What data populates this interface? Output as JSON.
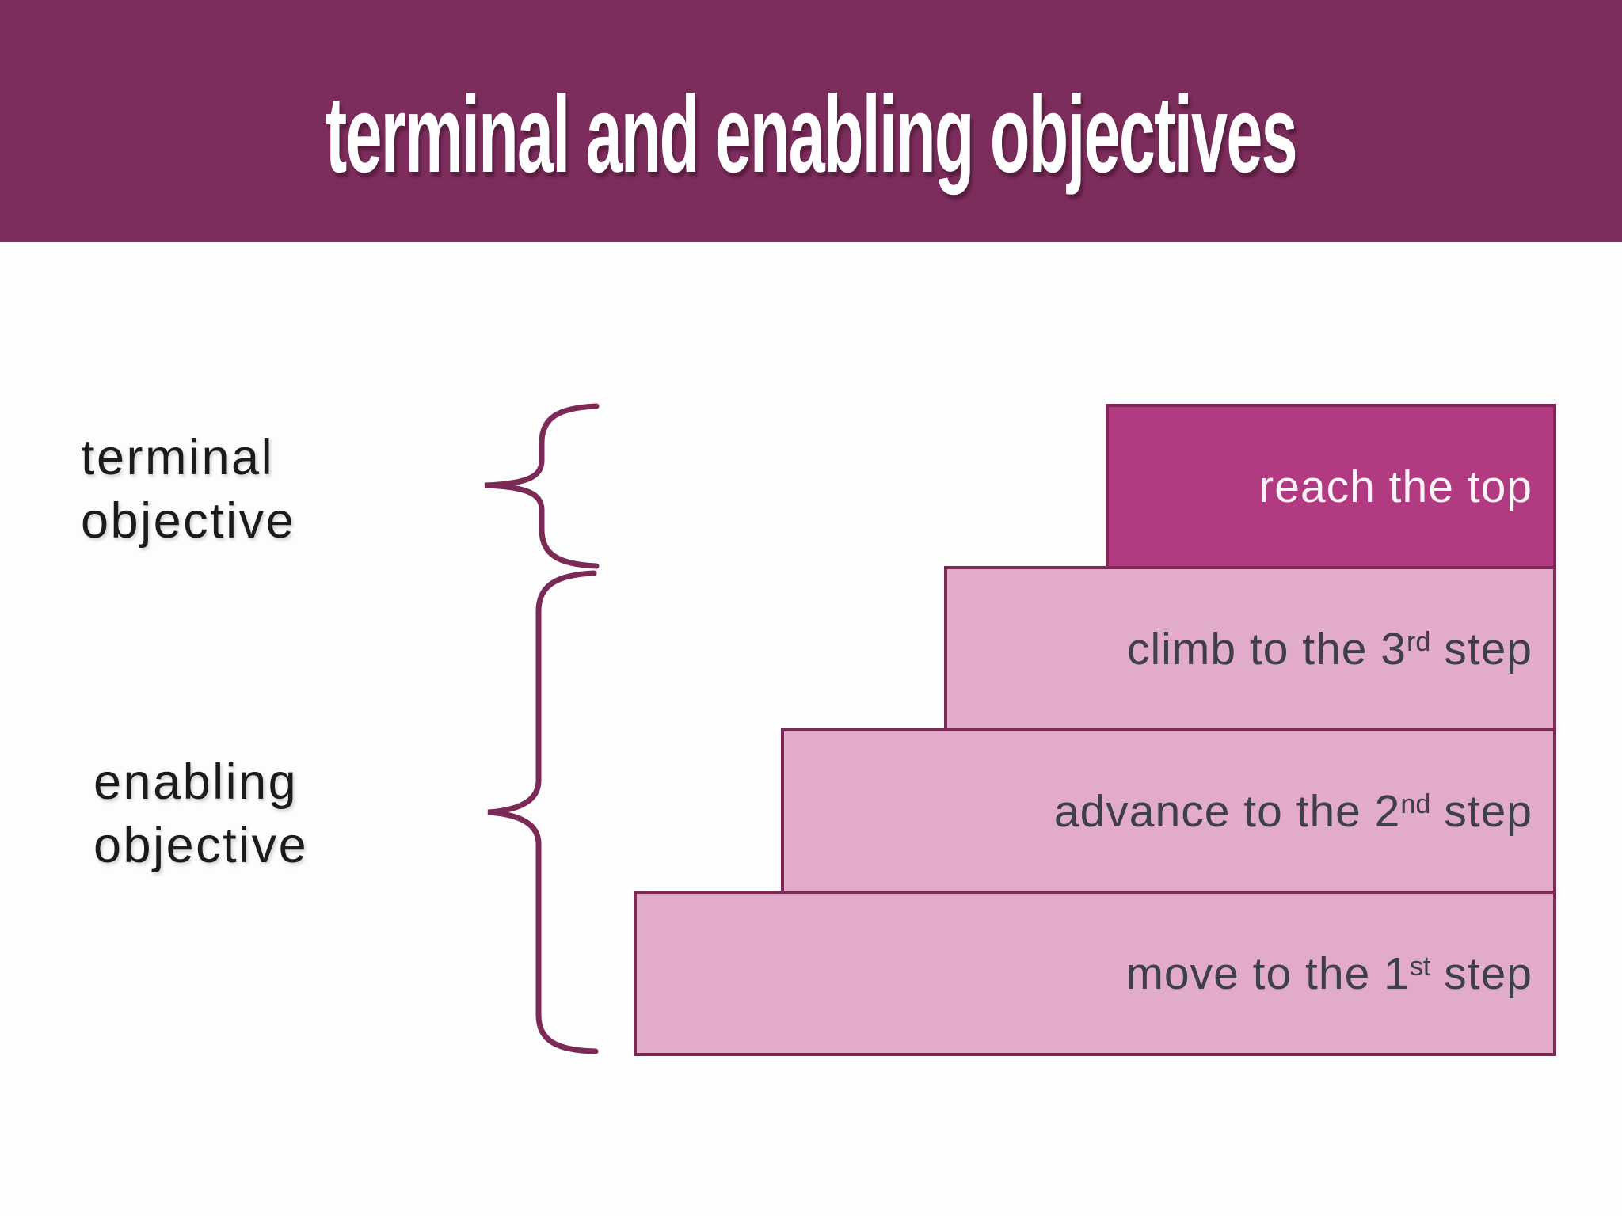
{
  "title": "terminal and enabling objectives",
  "left_labels": [
    {
      "id": "terminal-objective",
      "line1": "terminal",
      "line2": "objective"
    },
    {
      "id": "enabling-objective",
      "line1": "enabling",
      "line2": "objective"
    }
  ],
  "steps": [
    {
      "id": "reach-the-top",
      "pre": "reach the top",
      "sup": "",
      "post": "",
      "emphasis": "primary"
    },
    {
      "id": "climb-to-3rd-step",
      "pre": "climb to the 3",
      "sup": "rd",
      "post": " step",
      "emphasis": "secondary"
    },
    {
      "id": "advance-to-2nd-step",
      "pre": "advance to the 2",
      "sup": "nd",
      "post": " step",
      "emphasis": "secondary"
    },
    {
      "id": "move-to-1st-step",
      "pre": "move to the 1",
      "sup": "st",
      "post": " step",
      "emphasis": "secondary"
    }
  ],
  "colors": {
    "background": "#fdfdfd",
    "banner_bg": "#7c2d5c",
    "title_text": "#ffffff",
    "label_text": "#1b1b1b",
    "brace": "#7b2a56",
    "step_border": "#7a2a55",
    "step_primary_fill": "#b13a81",
    "step_primary_text": "#fdf4f9",
    "step_secondary_fill": "#e2aacb",
    "step_secondary_text": "#3f3f47"
  }
}
